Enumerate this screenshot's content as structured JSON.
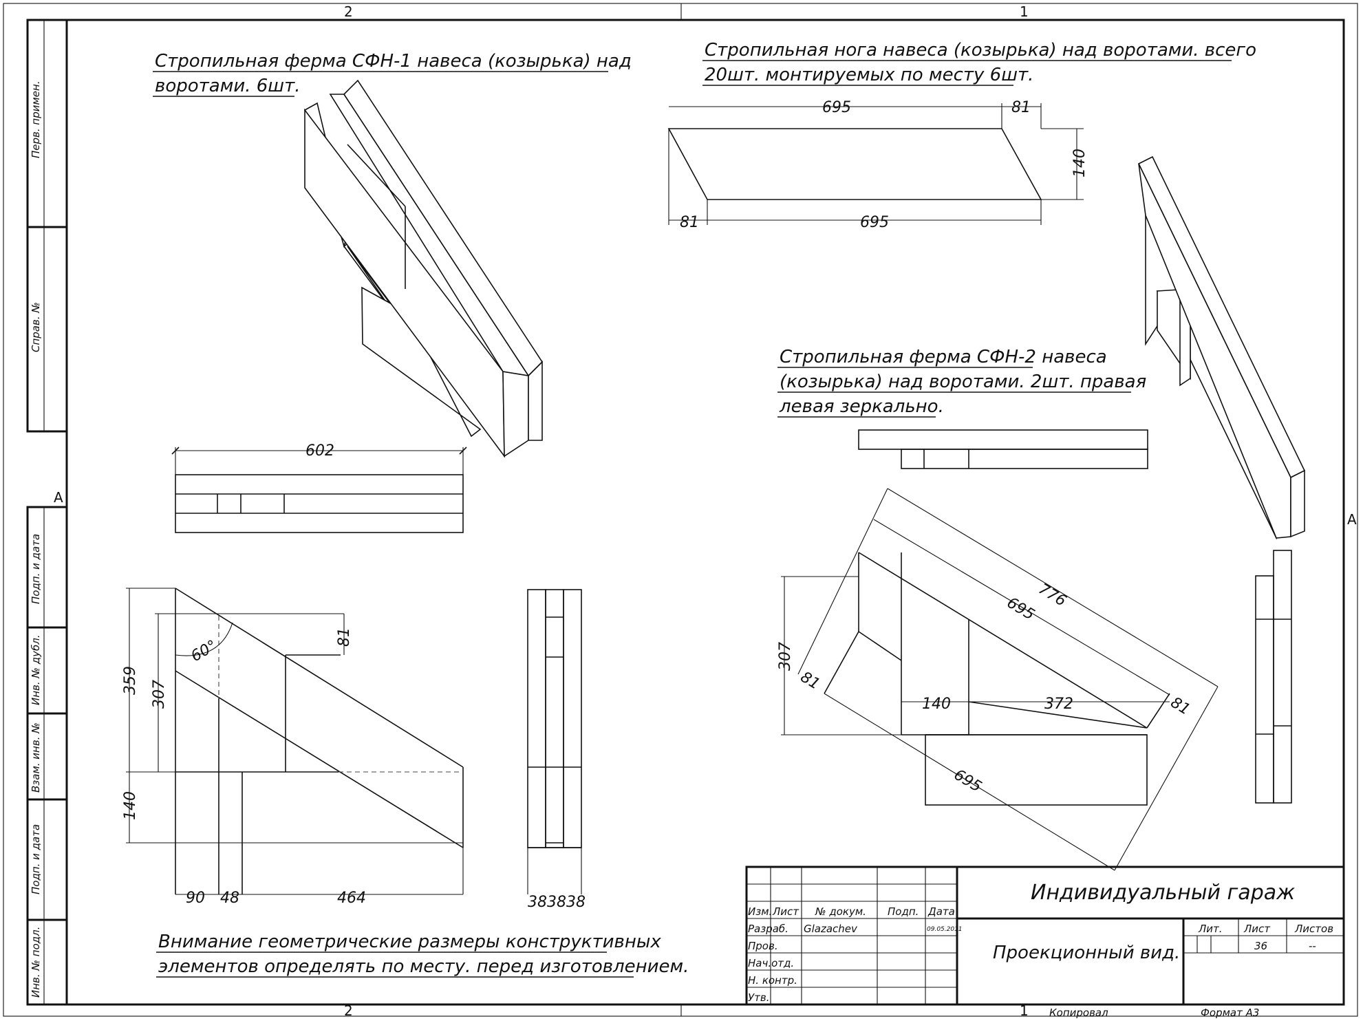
{
  "notes": {
    "sfn1": [
      "Стропильная ферма СФН-1 навеса (козырька) над",
      "воротами. 6шт."
    ],
    "noga": [
      "Стропильная нога навеса (козырька) над воротами. всего",
      "20шт. монтируемых по месту 6шт."
    ],
    "sfn2": [
      "Стропильная ферма СФН-2 навеса",
      "(козырька) над воротами. 2шт. правая",
      "левая зеркально."
    ],
    "warning": [
      "Внимание геометрические размеры конструктивных",
      "элементов определять по месту. перед изготовлением."
    ]
  },
  "zones": {
    "top_left": "2",
    "top_right": "1",
    "bottom_left": "2",
    "bottom_right": "1",
    "left": "А",
    "right": "А"
  },
  "side_stamp": [
    "Перв. примен.",
    "Справ. №",
    "Подп. и дата",
    "Инв. № дубл.",
    "Взам. инв. №",
    "Подп. и дата",
    "Инв. № подл."
  ],
  "dims": {
    "noga_top": "695",
    "noga_top_r": "81",
    "noga_h": "140",
    "noga_bot_l": "81",
    "noga_bot": "695",
    "plan1": "602",
    "f1_h1": "359",
    "f1_h2": "307",
    "f1_angle": "60°",
    "f1_81": "81",
    "f1_140": "140",
    "f1_90": "90",
    "f1_48": "48",
    "f1_464": "464",
    "f1_38": "383838",
    "f2_776": "776",
    "f2_695a": "695",
    "f2_307": "307",
    "f2_81a": "81",
    "f2_81b": "81",
    "f2_140": "140",
    "f2_372": "372",
    "f2_695b": "695"
  },
  "title_block": {
    "title": "Индивидуальный гараж",
    "subtitle": "Проекционный вид.",
    "header": [
      "Изм.",
      "Лист",
      "№ докум.",
      "Подп.",
      "Дата"
    ],
    "rows": [
      "Разраб.",
      "Пров.",
      "Нач.отд.",
      "Н. контр.",
      "Утв."
    ],
    "author": "Glazachev",
    "date": "09.05.2011",
    "lit_label": "Лит.",
    "list_label": "Лист",
    "listov_label": "Листов",
    "list_value": "36",
    "listov_value": "--",
    "copied": "Копировал",
    "format": "Формат А3"
  }
}
